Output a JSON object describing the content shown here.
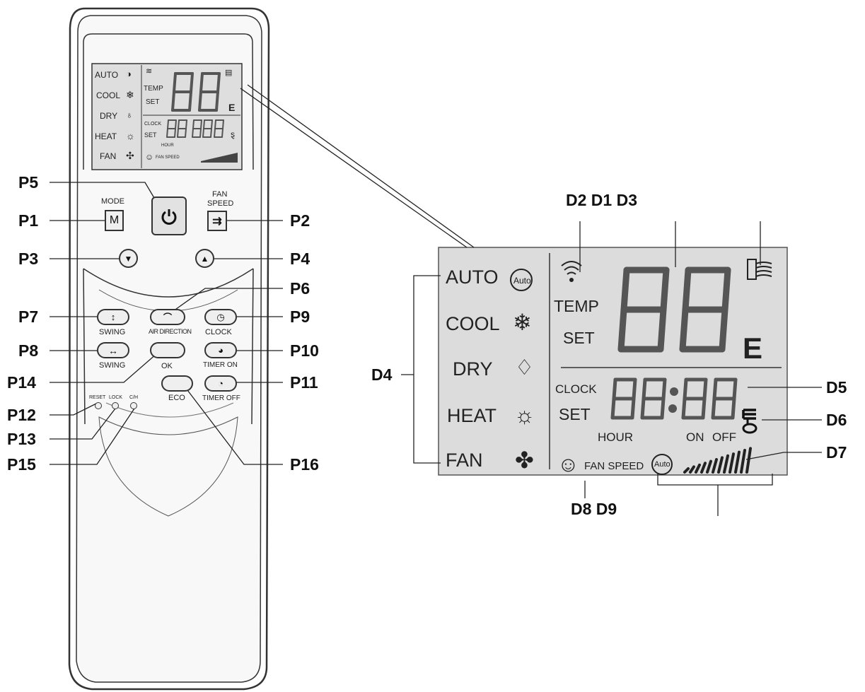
{
  "colors": {
    "lcd": "#dcdcdc",
    "outline": "#333333",
    "segment": "#555555",
    "body": "#f7f7f7"
  },
  "remote": {
    "small_lcd": {
      "modes": [
        "AUTO",
        "COOL",
        "DRY",
        "HEAT",
        "FAN"
      ],
      "temp": "TEMP",
      "set": "SET",
      "digits": "88",
      "e": "E",
      "clock": "CLOCK",
      "set2": "SET",
      "time": "88:88",
      "hour": "HOUR",
      "fan_speed": "FAN SPEED"
    },
    "mode_label": "MODE",
    "mode_key": "M",
    "fan_speed_label": [
      "FAN",
      "SPEED"
    ],
    "swing_label_1": "SWING",
    "swing_label_2": "SWING",
    "air_direction_label": "AIR DIRECTION",
    "clock_label": "CLOCK",
    "ok_label": "OK",
    "timer_on_label": "TIMER ON",
    "timer_off_label": "TIMER OFF",
    "eco_label": "ECO",
    "reset_label": "RESET",
    "lock_label": "LOCK",
    "cf_label": "C/H",
    "icons": [
      "power-icon",
      "fan-speed-icon",
      "down-arrow-icon",
      "up-arrow-icon",
      "vertical-swing-icon",
      "horizontal-swing-icon",
      "air-direction-icon",
      "clock-icon",
      "timer-on-icon",
      "timer-off-icon"
    ]
  },
  "callouts": {
    "p5": "P5",
    "p1": "P1",
    "p2": "P2",
    "p3": "P3",
    "p4": "P4",
    "p6": "P6",
    "p7": "P7",
    "p8": "P8",
    "p9": "P9",
    "p10": "P10",
    "p14": "P14",
    "p11": "P11",
    "p12": "P12",
    "p13": "P13",
    "p15": "P15",
    "p16": "P16",
    "d_top": "D2 D1 D3",
    "d4": "D4",
    "d5": "D5",
    "d6": "D6",
    "d7": "D7",
    "d8d9": "D8 D9"
  },
  "big_lcd": {
    "modes": [
      "AUTO",
      "COOL",
      "DRY",
      "HEAT",
      "FAN"
    ],
    "auto_badge": "Auto",
    "temp": "TEMP",
    "set": "SET",
    "digits": "88",
    "e": "E",
    "clock": "CLOCK",
    "set2": "SET",
    "time": "88:88",
    "hour": "HOUR",
    "on": "ON",
    "off": "OFF",
    "fan_speed": "FAN SPEED",
    "auto2": "Auto"
  }
}
